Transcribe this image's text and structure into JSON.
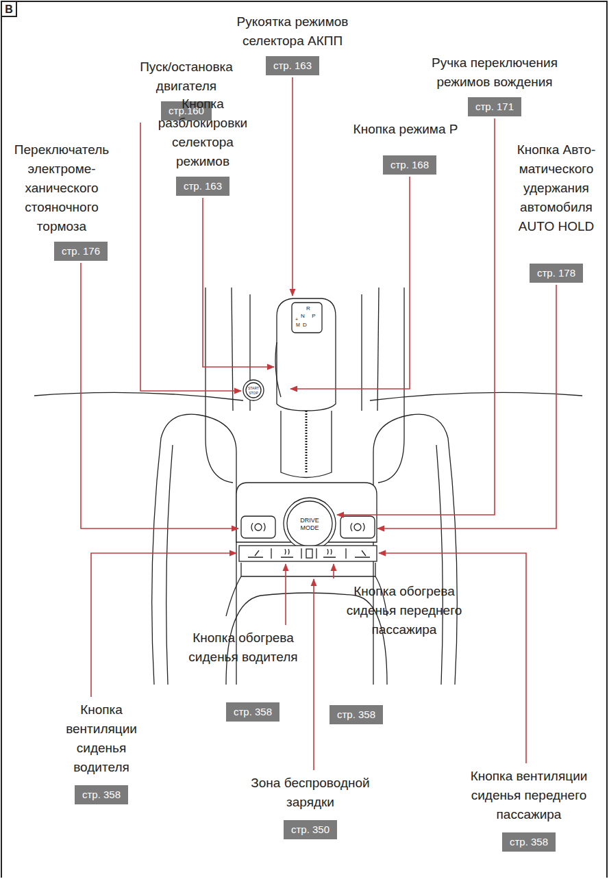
{
  "diagram": {
    "nodes": [
      {
        "text": [
          "Рукоятка режимов селектора АКПП",
          "стр. 163"
        ]
      },
      {
        "text": [
          "Пуск/остановка двигателя",
          "стр.160"
        ]
      },
      {
        "text": [
          "Ручка переключения режимов вождения",
          "стр. 171"
        ]
      },
      {
        "text": [
          "Кнопка разблокировки селектора режимов",
          "стр. 163"
        ]
      },
      {
        "text": [
          "Кнопка режима P",
          "стр. 168"
        ]
      },
      {
        "text": [
          "Переключатель электроме- ханического стояночного тормоза",
          "стр. 176"
        ]
      },
      {
        "text": [
          "Кнопка Авто- матического удержания автомобиля AUTO HOLD",
          "стр. 178"
        ]
      },
      {
        "text": [
          "Кнопка обогрева сиденья переднего пассажира",
          "стр. 358"
        ]
      },
      {
        "text": [
          "Кнопка обогрева сиденья водителя",
          "стр. 358"
        ]
      },
      {
        "text": [
          "Кнопка вентиляции сиденья водителя",
          "стр. 358"
        ]
      },
      {
        "text": [
          "Зона беспроводной зарядки",
          "стр. 350"
        ]
      },
      {
        "text": [
          "Кнопка вентиляции сиденья переднего пассажира",
          "стр. 358"
        ]
      }
    ],
    "labels": [
      "B",
      "R",
      "N",
      "P",
      "+",
      "M",
      "D",
      "START",
      "STOP",
      "DRIVE",
      "MODE"
    ]
  }
}
